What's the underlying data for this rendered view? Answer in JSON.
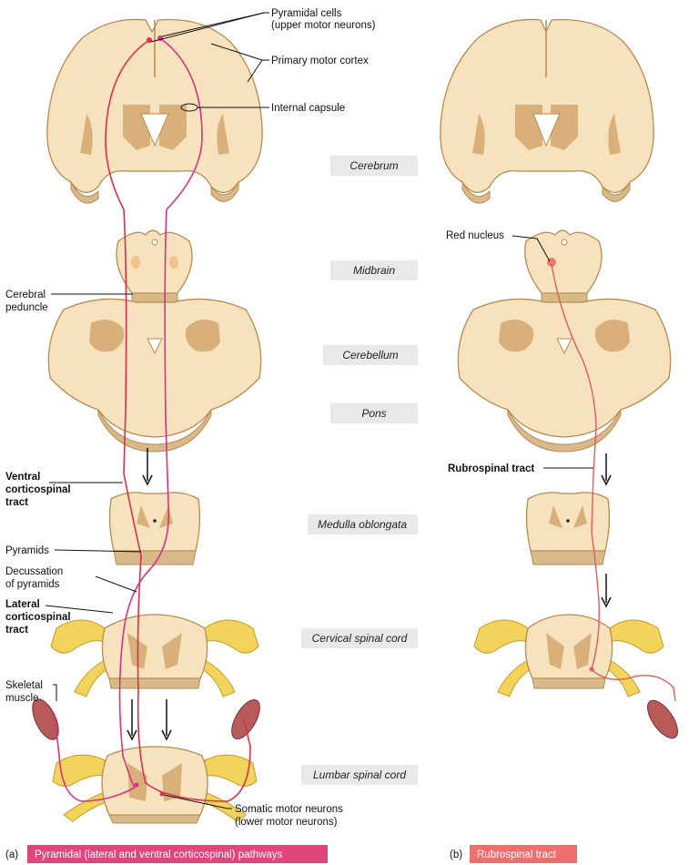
{
  "levels": {
    "cerebrum": "Cerebrum",
    "midbrain": "Midbrain",
    "cerebellum": "Cerebellum",
    "pons": "Pons",
    "medulla": "Medulla oblongata",
    "cervical": "Cervical spinal cord",
    "lumbar": "Lumbar spinal cord"
  },
  "labels": {
    "pyramidal_cells_1": "Pyramidal cells",
    "pyramidal_cells_2": "(upper motor neurons)",
    "primary_motor_cortex": "Primary motor cortex",
    "internal_capsule": "Internal capsule",
    "cerebral_peduncle_1": "Cerebral",
    "cerebral_peduncle_2": "peduncle",
    "ventral_tract_1": "Ventral",
    "ventral_tract_2": "corticospinal",
    "ventral_tract_3": "tract",
    "pyramids": "Pyramids",
    "decussation_1": "Decussation",
    "decussation_2": "of pyramids",
    "lateral_tract_1": "Lateral",
    "lateral_tract_2": "corticospinal",
    "lateral_tract_3": "tract",
    "skeletal_muscle_1": "Skeletal",
    "skeletal_muscle_2": "muscle",
    "somatic_motor_1": "Somatic motor neurons",
    "somatic_motor_2": "(lower motor neurons)",
    "red_nucleus": "Red nucleus",
    "rubrospinal_tract": "Rubrospinal tract"
  },
  "captions": {
    "a_tag": "(a)",
    "a_text": "Pyramidal (lateral and ventral corticospinal) pathways",
    "b_tag": "(b)",
    "b_text": "Rubrospinal tract"
  },
  "colors": {
    "caption_a_bg": "#e0457b",
    "caption_b_bg": "#ef6f6f",
    "ventral_tract": "#d9304a",
    "lateral_tract": "#d63384",
    "rubrospinal_tract": "#e55a5a",
    "tissue": "#f6e3bd"
  }
}
